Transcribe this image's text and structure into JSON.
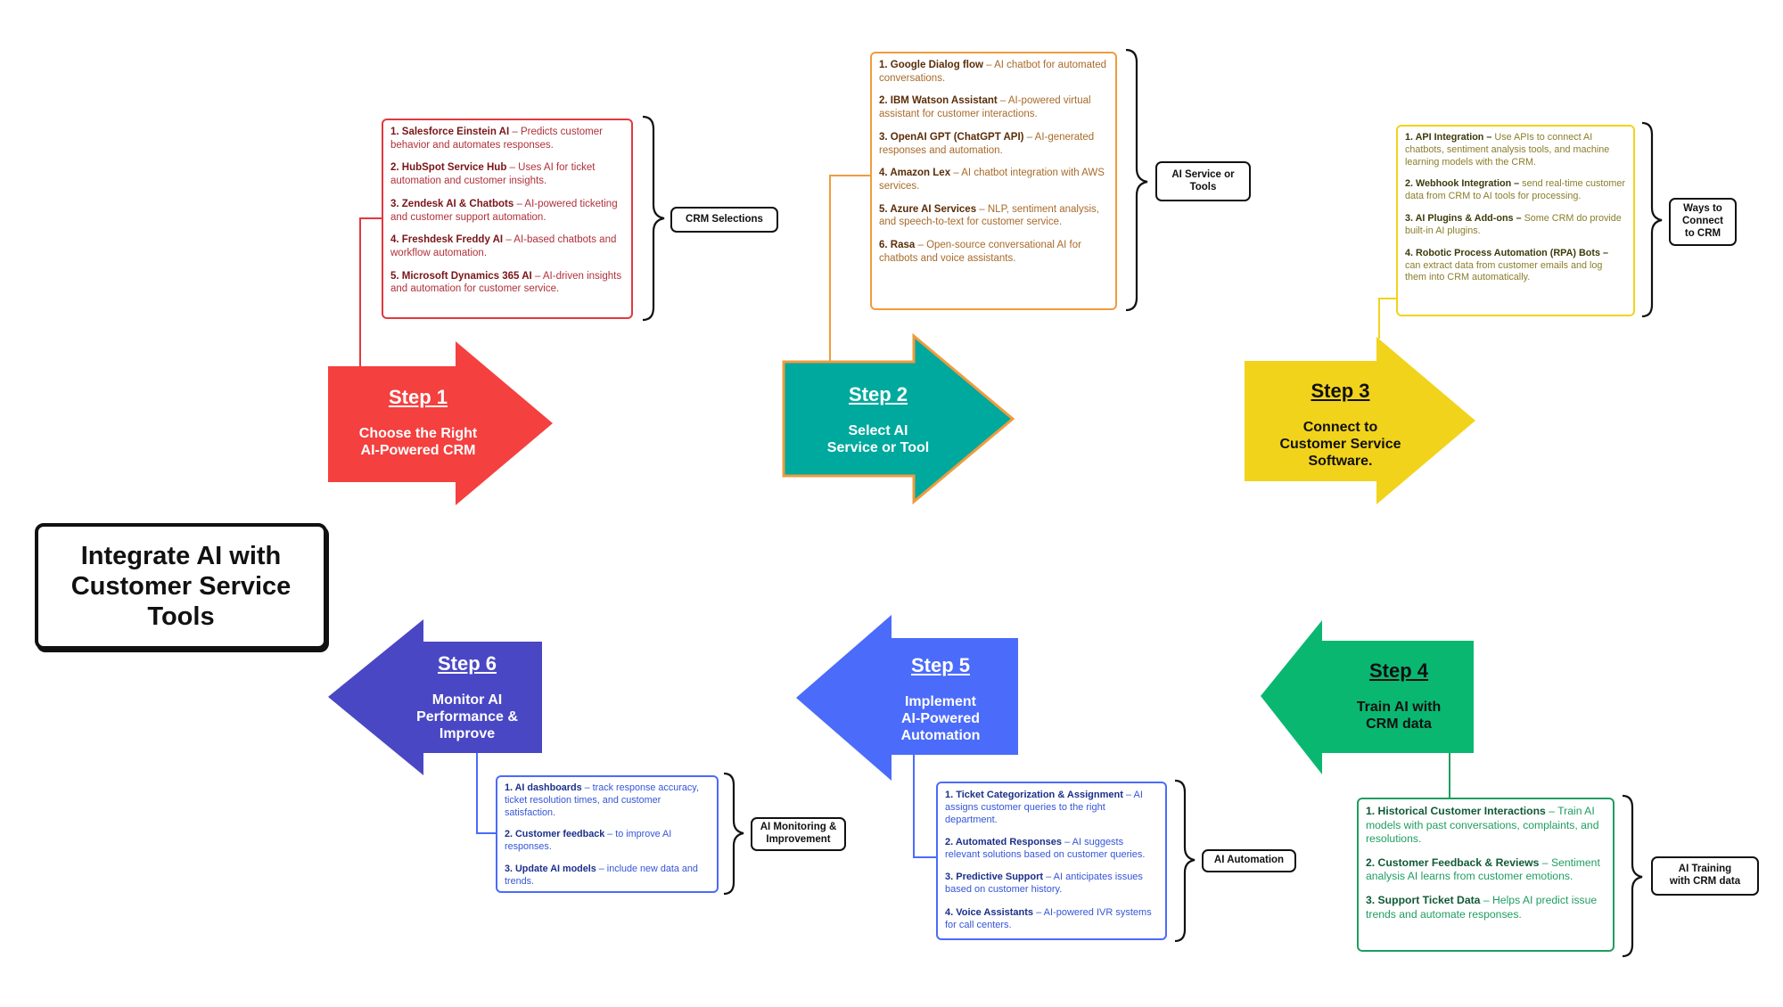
{
  "title": "Integrate AI with\nCustomer Service\nTools",
  "colors": {
    "step1": "#f4403f",
    "step2": "#00a99d",
    "step3": "#f2d31b",
    "step4": "#0ab771",
    "step5": "#4b6bfb",
    "step6": "#4a47c4",
    "box1": "#e0393f",
    "box2": "#ef9c3d",
    "box3": "#f2d31b",
    "box4": "#1f9d60",
    "box5": "#4b6bfb",
    "box6": "#4b6bfb"
  },
  "steps": [
    {
      "step_label": "Step 1",
      "description": "Choose the Right\nAI-Powered CRM",
      "tag": "CRM Selections",
      "items": [
        {
          "name": "1. Salesforce Einstein AI",
          "text": " – Predicts customer behavior and automates responses."
        },
        {
          "name": "2. HubSpot Service Hub",
          "text": " – Uses AI for ticket automation and customer insights."
        },
        {
          "name": "3. Zendesk AI & Chatbots",
          "text": " – AI-powered ticketing and customer support automation."
        },
        {
          "name": "4. Freshdesk Freddy AI",
          "text": " – AI-based chatbots and workflow automation."
        },
        {
          "name": "5. Microsoft Dynamics 365 AI",
          "text": " – AI-driven insights and automation for customer service."
        }
      ]
    },
    {
      "step_label": "Step 2",
      "description": "Select AI\nService or Tool",
      "tag": "AI Service or\nTools",
      "items": [
        {
          "name": "1. Google Dialog flow",
          "text": " – AI chatbot for automated conversations."
        },
        {
          "name": "2. IBM Watson Assistant",
          "text": " – AI-powered virtual assistant for customer interactions."
        },
        {
          "name": "3. OpenAI GPT (ChatGPT API)",
          "text": " – AI-generated responses and automation."
        },
        {
          "name": "4. Amazon Lex",
          "text": " – AI chatbot integration with AWS services."
        },
        {
          "name": "5. Azure AI Services",
          "text": " – NLP, sentiment analysis, and speech-to-text for customer service."
        },
        {
          "name": "6. Rasa",
          "text": " – Open-source conversational AI for chatbots and voice assistants."
        }
      ]
    },
    {
      "step_label": "Step 3",
      "description": "Connect to\nCustomer Service\nSoftware.",
      "tag": "Ways to\nConnect\nto CRM",
      "items": [
        {
          "name": "1. API Integration –",
          "text": " Use APIs to connect AI chatbots, sentiment analysis tools, and machine learning models with the CRM."
        },
        {
          "name": "2. Webhook Integration –",
          "text": " send real-time customer data from CRM to AI tools for processing."
        },
        {
          "name": "3. AI Plugins & Add-ons –",
          "text": " Some CRM do provide built-in AI plugins."
        },
        {
          "name": "4. Robotic Process Automation (RPA) Bots –",
          "text": " can extract data from customer emails and log them into CRM automatically."
        }
      ]
    },
    {
      "step_label": "Step 4",
      "description": "Train AI with\nCRM data",
      "tag": "AI Training\nwith CRM data",
      "items": [
        {
          "name": "1. Historical Customer Interactions",
          "text": " – Train AI models with past conversations, complaints, and resolutions."
        },
        {
          "name": "2. Customer Feedback & Reviews",
          "text": " – Sentiment analysis AI learns from customer emotions."
        },
        {
          "name": "3. Support Ticket Data",
          "text": " – Helps AI predict issue trends and automate responses."
        }
      ]
    },
    {
      "step_label": "Step 5",
      "description": "Implement\nAI-Powered\nAutomation",
      "tag": "AI Automation",
      "items": [
        {
          "name": "1. Ticket Categorization & Assignment",
          "text": " – AI assigns customer queries to the right department."
        },
        {
          "name": "2. Automated Responses",
          "text": " – AI suggests relevant solutions based on customer queries."
        },
        {
          "name": "3. Predictive Support",
          "text": " – AI anticipates issues based on customer history."
        },
        {
          "name": "4. Voice Assistants",
          "text": " – AI-powered IVR systems for call centers."
        }
      ]
    },
    {
      "step_label": "Step 6",
      "description": "Monitor AI\nPerformance &\nImprove",
      "tag": "AI Monitoring &\nImprovement",
      "items": [
        {
          "name": "1. AI dashboards",
          "text": " – track response accuracy, ticket resolution times, and customer satisfaction."
        },
        {
          "name": "2. Customer feedback",
          "text": " – to improve AI responses."
        },
        {
          "name": "3. Update AI models",
          "text": " – include new data and trends."
        }
      ]
    }
  ]
}
